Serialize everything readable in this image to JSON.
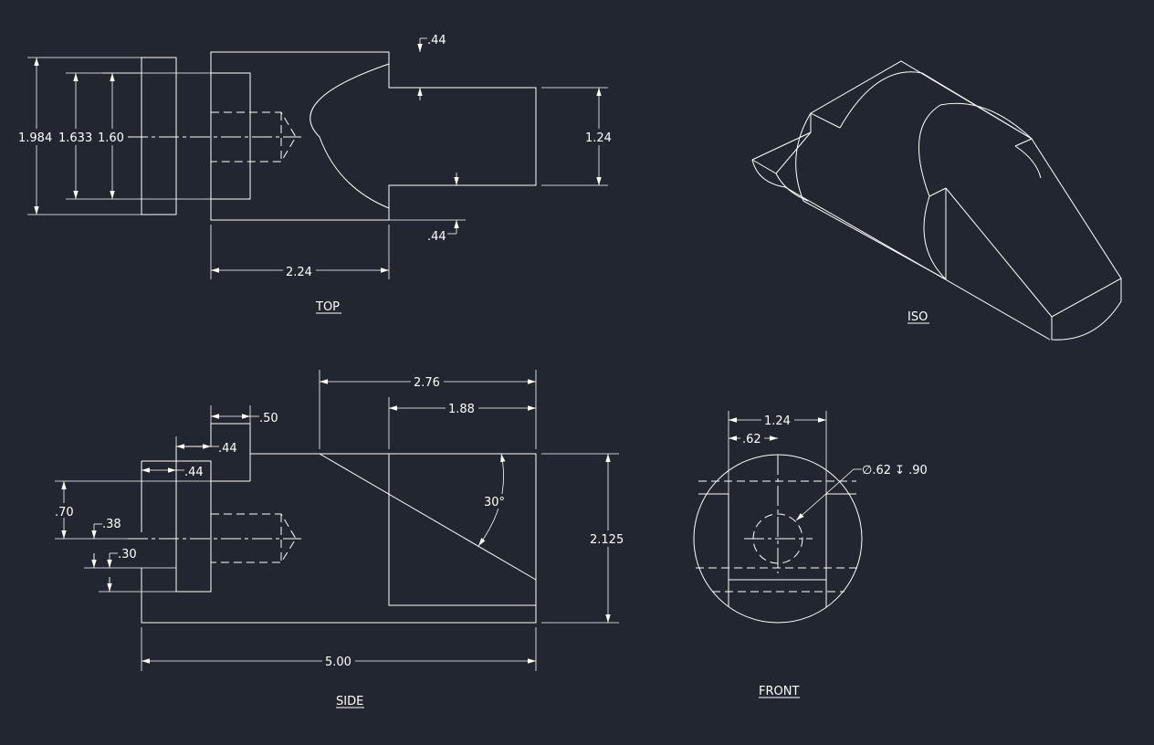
{
  "colors": {
    "background": "#222630",
    "line": "#ffffff"
  },
  "views": {
    "top": "TOP",
    "iso": "ISO",
    "side": "SIDE",
    "front": "FRONT"
  },
  "dims": {
    "top": {
      "overall_height": "1.984",
      "inner_height": "1.633",
      "hub_height": "1.60",
      "tab_top": ".44",
      "tab_bottom": ".44",
      "tab_width": "1.24",
      "body_length": "2.24"
    },
    "side": {
      "slot_length": "2.76",
      "inner_length": "1.88",
      "step1": ".50",
      "step2": ".44",
      "step3": ".44",
      "h1": ".70",
      "h2": ".38",
      "h3": ".30",
      "angle": "30°",
      "overall_height": "2.125",
      "overall_length": "5.00"
    },
    "front": {
      "width": "1.24",
      "half_width": ".62",
      "hole_callout": "∅.62 ↧ .90"
    }
  }
}
